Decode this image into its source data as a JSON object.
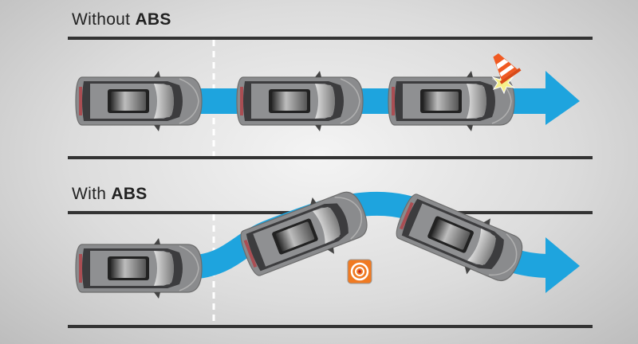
{
  "sections": [
    {
      "label_prefix": "Without ",
      "label_emphasis": "ABS",
      "outcome": "collision-with-cone"
    },
    {
      "label_prefix": "With ",
      "label_emphasis": "ABS",
      "outcome": "steers-around-obstacle"
    }
  ],
  "colors": {
    "path": "#1ea4de",
    "road_line": "#333333",
    "car_body": "#8a8b8d",
    "cone": "#f05a22"
  },
  "icons": [
    "traffic-cone-icon",
    "impact-star-icon",
    "target-obstacle-icon",
    "arrow-right-icon"
  ]
}
